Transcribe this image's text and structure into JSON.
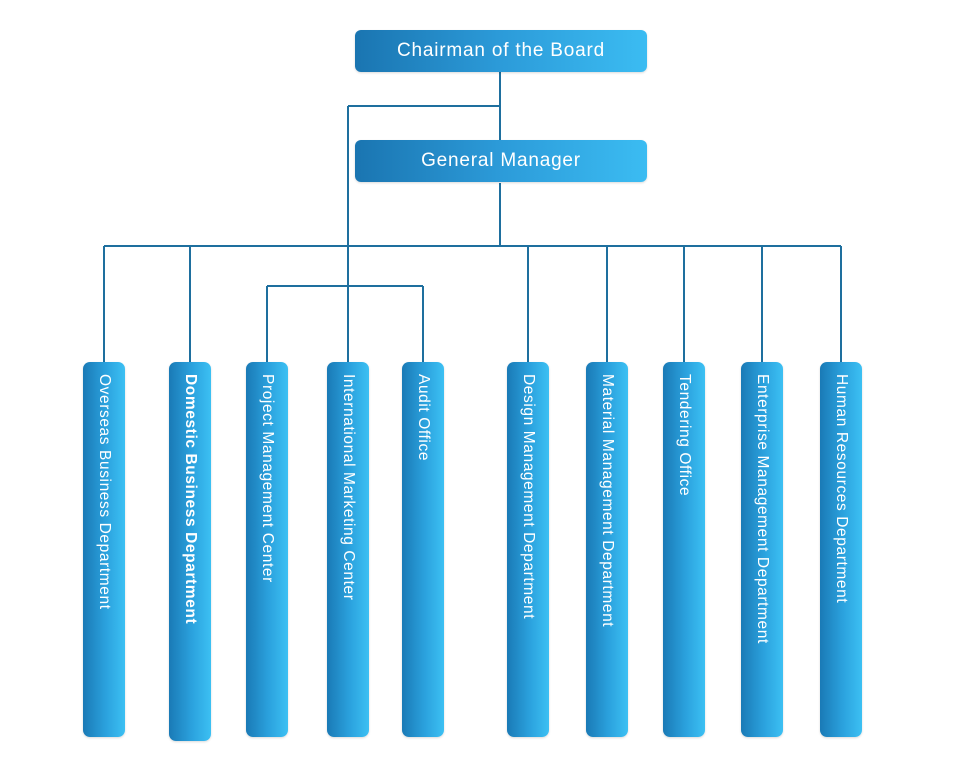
{
  "chart": {
    "chairman": "Chairman of the Board",
    "general_manager": "General Manager",
    "departments": [
      "Overseas Business Department",
      "Domestic Business Department",
      "Project Management Center",
      "International Marketing Center",
      "Audit Office",
      "Design Management Department",
      "Material Management Department",
      "Tendering Office",
      "Enterprise Management Department",
      "Human Resources Department"
    ]
  },
  "colors": {
    "line": "#1e6f9e",
    "box_start": "#1a75b1",
    "box_end": "#3bbcf2"
  }
}
